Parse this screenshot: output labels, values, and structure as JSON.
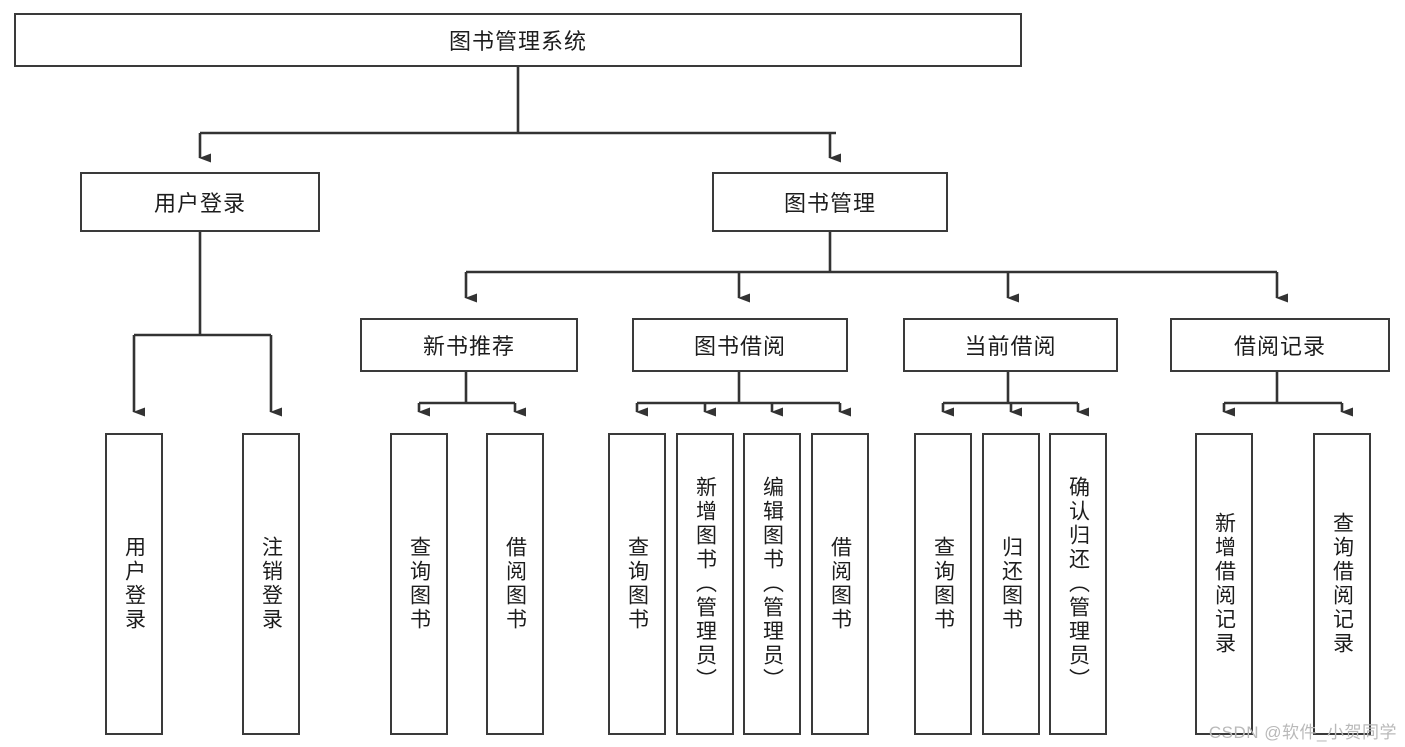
{
  "diagram": {
    "type": "tree-hierarchy-flowchart",
    "orientation": "top-down",
    "root": "图书管理系统",
    "colors": {
      "box_border": "#3a3a3a",
      "box_fill": "#ffffff",
      "connector": "#333333",
      "text": "#1d1d1d",
      "watermark": "#b9b9b9",
      "page_background": "#ffffff"
    }
  },
  "nodes": {
    "root": {
      "label": "图书管理系统",
      "level": 0,
      "orientation": "horizontal"
    },
    "level1": [
      {
        "id": "user-login",
        "label": "用户登录",
        "orientation": "horizontal"
      },
      {
        "id": "book-manage",
        "label": "图书管理",
        "orientation": "horizontal"
      }
    ],
    "level2": [
      {
        "id": "new-book-recommend",
        "label": "新书推荐",
        "orientation": "horizontal",
        "parent": "book-manage"
      },
      {
        "id": "book-borrow",
        "label": "图书借阅",
        "orientation": "horizontal",
        "parent": "book-manage"
      },
      {
        "id": "current-borrow",
        "label": "当前借阅",
        "orientation": "horizontal",
        "parent": "book-manage"
      },
      {
        "id": "borrow-record",
        "label": "借阅记录",
        "orientation": "horizontal",
        "parent": "book-manage"
      }
    ],
    "leaves": [
      {
        "id": "leaf-user-login",
        "label": "用户登录",
        "parent": "user-login",
        "orientation": "vertical"
      },
      {
        "id": "leaf-logout-login",
        "label": "注销登录",
        "parent": "user-login",
        "orientation": "vertical"
      },
      {
        "id": "leaf-query-book-1",
        "label": "查询图书",
        "parent": "new-book-recommend",
        "orientation": "vertical"
      },
      {
        "id": "leaf-borrow-book-1",
        "label": "借阅图书",
        "parent": "new-book-recommend",
        "orientation": "vertical"
      },
      {
        "id": "leaf-query-book-2",
        "label": "查询图书",
        "parent": "book-borrow",
        "orientation": "vertical"
      },
      {
        "id": "leaf-add-book",
        "label": "新增图书（管理员）",
        "parent": "book-borrow",
        "orientation": "vertical"
      },
      {
        "id": "leaf-edit-book",
        "label": "编辑图书（管理员）",
        "parent": "book-borrow",
        "orientation": "vertical"
      },
      {
        "id": "leaf-borrow-book-2",
        "label": "借阅图书",
        "parent": "book-borrow",
        "orientation": "vertical"
      },
      {
        "id": "leaf-query-book-3",
        "label": "查询图书",
        "parent": "current-borrow",
        "orientation": "vertical"
      },
      {
        "id": "leaf-return-book",
        "label": "归还图书",
        "parent": "current-borrow",
        "orientation": "vertical"
      },
      {
        "id": "leaf-confirm-return",
        "label": "确认归还（管理员）",
        "parent": "current-borrow",
        "orientation": "vertical"
      },
      {
        "id": "leaf-add-record",
        "label": "新增借阅记录",
        "parent": "borrow-record",
        "orientation": "vertical"
      },
      {
        "id": "leaf-query-record",
        "label": "查询借阅记录",
        "parent": "borrow-record",
        "orientation": "vertical"
      }
    ]
  },
  "watermark": {
    "text": "CSDN @软件_小贺同学"
  }
}
